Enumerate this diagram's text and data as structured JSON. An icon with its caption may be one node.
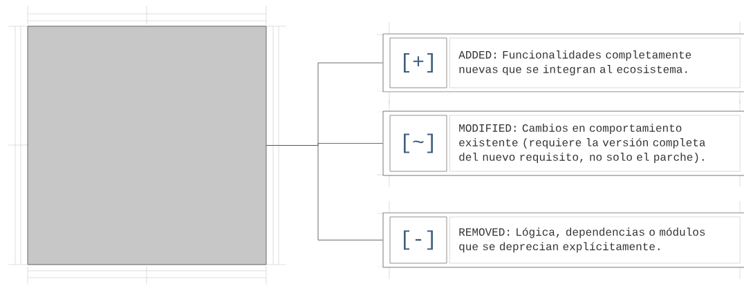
{
  "diagram": {
    "nodes": [
      {
        "text": [],
        "shape": "box"
      },
      {
        "text": [],
        "shape": "box"
      },
      {
        "text": [
          "[+]"
        ],
        "in": 1
      },
      {
        "text": [
          "ADDED: Funcionalidades completamente nuevas que se integran al ecosistema."
        ],
        "in": 1
      },
      {
        "text": [],
        "shape": "box"
      },
      {
        "text": [
          "[~]"
        ],
        "in": 4
      },
      {
        "text": [
          "MODIFIED: Cambios en comportamiento existente (requiere la versión completa del nuevo requisito, no solo el parche)."
        ],
        "in": 4
      },
      {
        "text": [],
        "shape": "box"
      },
      {
        "text": [
          "[-]"
        ],
        "in": 7
      },
      {
        "text": [
          "REMOVED: Lógica, dependencias o módulos que se deprecian explícitamente."
        ],
        "in": 7
      }
    ],
    "edges": [
      {
        "from": 0,
        "to": 1,
        "arrow": "none"
      },
      {
        "from": 0,
        "to": 4,
        "arrow": "none"
      },
      {
        "from": 0,
        "to": 7,
        "arrow": "none"
      }
    ]
  }
}
